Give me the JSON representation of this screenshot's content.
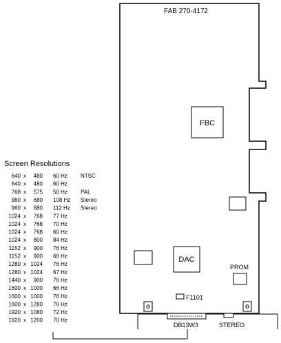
{
  "board": {
    "part_number": "FAB 270-4172",
    "chips": {
      "fbc": "FBC",
      "dac": "DAC",
      "prom": "PROM",
      "fuse": "F1101"
    },
    "connectors": {
      "video": "DB13W3",
      "stereo": "STEREO"
    }
  },
  "resolutions": {
    "title": "Screen Resolutions",
    "rows": [
      {
        "w": "640",
        "h": "480",
        "rate": "60 Hz",
        "note": "NTSC"
      },
      {
        "w": "640",
        "h": "480",
        "rate": "60 Hz",
        "note": ""
      },
      {
        "w": "768",
        "h": "575",
        "rate": "50 Hz",
        "note": "PAL"
      },
      {
        "w": "960",
        "h": "680",
        "rate": "108 Hz",
        "note": "Stereo"
      },
      {
        "w": "960",
        "h": "680",
        "rate": "112 Hz",
        "note": "Stereo"
      },
      {
        "w": "1024",
        "h": "768",
        "rate": "77 Hz",
        "note": ""
      },
      {
        "w": "1024",
        "h": "768",
        "rate": "70 Hz",
        "note": ""
      },
      {
        "w": "1024",
        "h": "768",
        "rate": "60 Hz",
        "note": ""
      },
      {
        "w": "1024",
        "h": "800",
        "rate": "84 Hz",
        "note": ""
      },
      {
        "w": "1152",
        "h": "900",
        "rate": "76 Hz",
        "note": ""
      },
      {
        "w": "1152",
        "h": "900",
        "rate": "66 Hz",
        "note": ""
      },
      {
        "w": "1280",
        "h": "1024",
        "rate": "76 Hz",
        "note": ""
      },
      {
        "w": "1280",
        "h": "1024",
        "rate": "67 Hz",
        "note": ""
      },
      {
        "w": "1440",
        "h": "900",
        "rate": "76 Hz",
        "note": ""
      },
      {
        "w": "1600",
        "h": "1000",
        "rate": "66 Hz",
        "note": ""
      },
      {
        "w": "1600",
        "h": "1000",
        "rate": "76 Hz",
        "note": ""
      },
      {
        "w": "1600",
        "h": "1280",
        "rate": "76 Hz",
        "note": ""
      },
      {
        "w": "1920",
        "h": "1080",
        "rate": "72 Hz",
        "note": ""
      },
      {
        "w": "1920",
        "h": "1200",
        "rate": "70 Hz",
        "note": ""
      }
    ]
  }
}
